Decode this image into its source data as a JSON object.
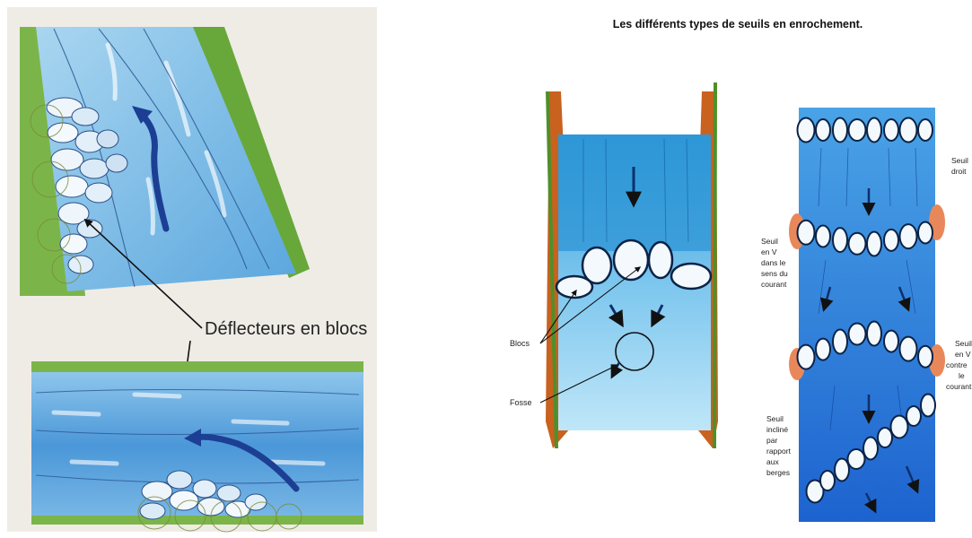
{
  "colors": {
    "paper": "#efece6",
    "water_light": "#9fd0ec",
    "water_mid": "#4a9fdc",
    "water_deep": "#1f6cc9",
    "bank_green": "#6cae3e",
    "bank_brown": "#b85a1e",
    "rock_fill": "#f4f8fc",
    "arrow_dark": "#1b3f8f",
    "text": "#222222"
  },
  "left_panel": {
    "label": "Déflecteurs en blocs",
    "top_scene": {
      "icons": [
        "bank-icon",
        "river-icon",
        "block-deflector-icon",
        "flow-arrow-icon"
      ]
    },
    "bottom_scene": {
      "icons": [
        "river-icon",
        "block-deflector-icon",
        "flow-arrow-icon"
      ]
    }
  },
  "right_panel": {
    "title": "Les différents types de seuils en enrochement.",
    "channel_labels": {
      "blocs": "Blocs",
      "fosse": "Fosse"
    },
    "weir_labels": {
      "droit": [
        "Seuil",
        "droit"
      ],
      "v_sens": [
        "Seuil",
        "en V",
        "dans le",
        "sens du",
        "courant"
      ],
      "v_contre": [
        "Seuil",
        "en V",
        "contre",
        "le",
        "courant"
      ],
      "incline": [
        "Seuil",
        "incliné",
        "par",
        "rapport",
        "aux",
        "berges"
      ]
    }
  }
}
